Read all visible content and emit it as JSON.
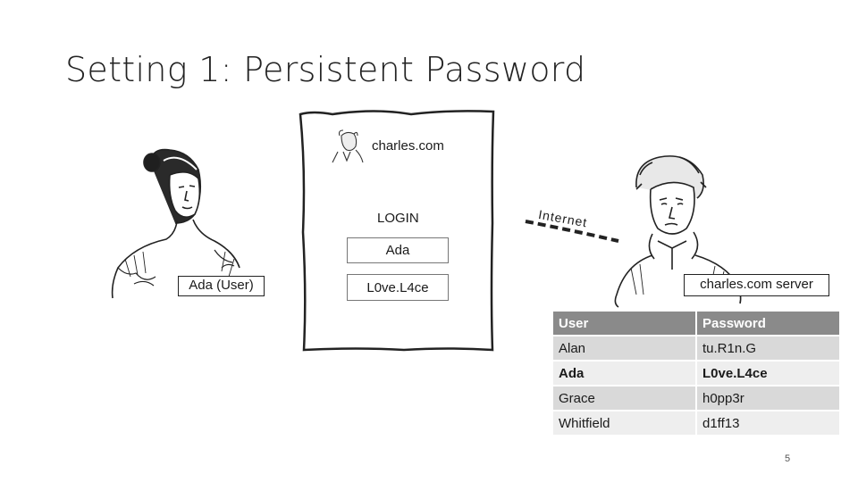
{
  "slide": {
    "title": "Setting 1: Persistent Password",
    "page_number": "5"
  },
  "browser_window": {
    "site_name": "charles.com",
    "login_label": "LOGIN",
    "username_value": "Ada",
    "password_value": "L0ve.L4ce"
  },
  "user_label": "Ada (User)",
  "server_label": "charles.com server",
  "connection_label": "Internet",
  "password_table": {
    "headers": [
      "User",
      "Password"
    ],
    "rows": [
      [
        "Alan",
        "tu.R1n.G"
      ],
      [
        "Ada",
        "L0ve.L4ce"
      ],
      [
        "Grace",
        "h0pp3r"
      ],
      [
        "Whitfield",
        "d1ff13"
      ]
    ],
    "highlighted_row": "Ada"
  },
  "colors": {
    "header_bg": "#8a8a8a",
    "row_bg_dark": "#d9d9d9",
    "row_bg_light": "#eeeeee"
  }
}
